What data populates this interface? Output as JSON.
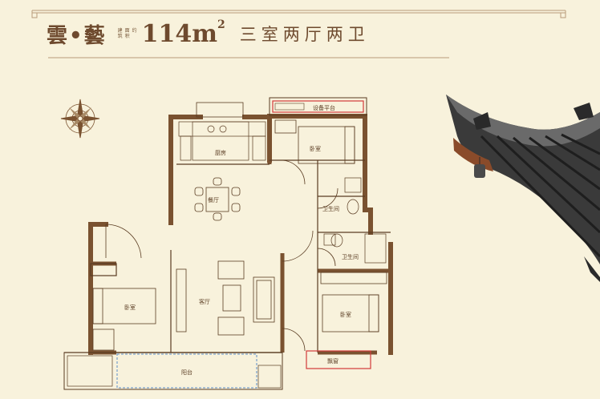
{
  "header": {
    "brand": "雲•藝",
    "area_caption_top": [
      "建",
      "面",
      "筑",
      "积",
      "约"
    ],
    "area_value": "114m",
    "area_sup": "2",
    "layout": "三室两厅两卫"
  },
  "rooms": {
    "kitchen": "厨房",
    "dining": "餐厅",
    "living": "客厅",
    "balcony": "阳台",
    "bedroom_top": "卧室",
    "bedroom_left": "卧室",
    "bedroom_right": "卧室",
    "bath_top": "卫生间",
    "bath_mid": "卫生间",
    "equipment": "设备平台",
    "bay_window": "飘窗"
  },
  "colors": {
    "wall": "#7a5230",
    "line": "#5a3c22",
    "accent_red": "#d23a3a",
    "accent_blue": "#5b8fc7",
    "background": "#f8f2dc"
  },
  "icons": [
    "compass-icon",
    "pagoda-roof-illustration"
  ]
}
